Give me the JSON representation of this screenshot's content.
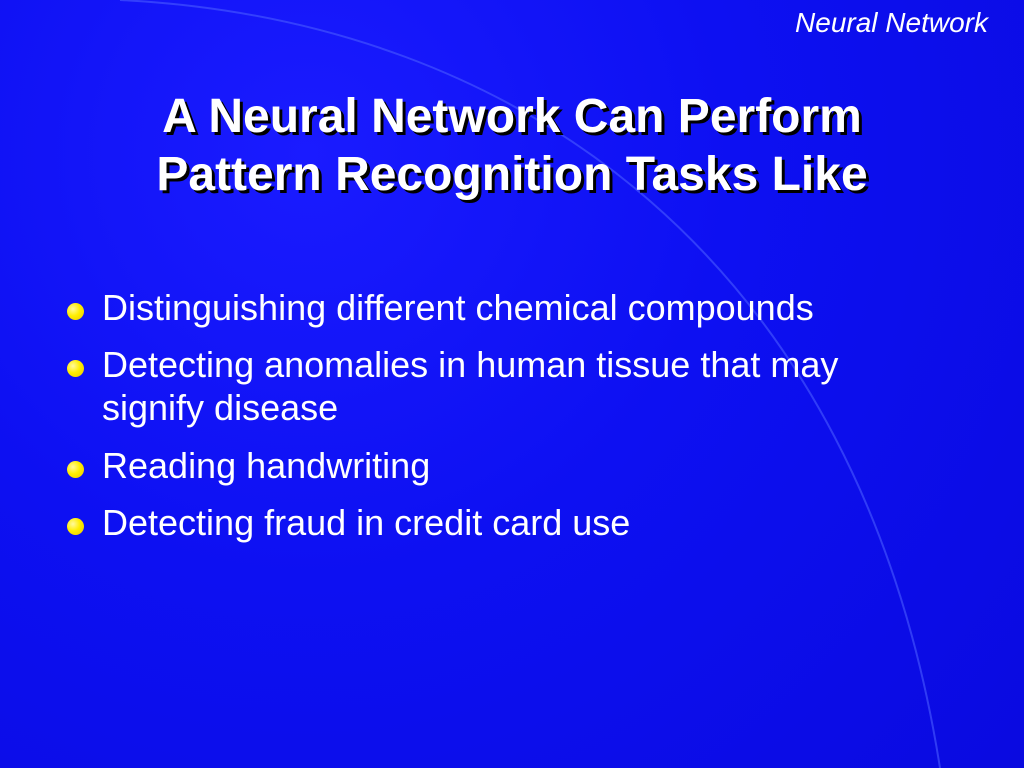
{
  "slide": {
    "header_label": "Neural Network",
    "title_lines": [
      "A Neural Network Can Perform",
      "Pattern Recognition Tasks Like"
    ],
    "bullets": [
      "Distinguishing different chemical compounds",
      "Detecting anomalies in human tissue that may signify disease",
      "Reading handwriting",
      "Detecting fraud in credit card use"
    ]
  },
  "colors": {
    "background": "#0d10f2",
    "text": "#ffffff",
    "bullet": "#ffee00"
  },
  "icons": {
    "bullet": "yellow-dot-bullet-icon"
  }
}
